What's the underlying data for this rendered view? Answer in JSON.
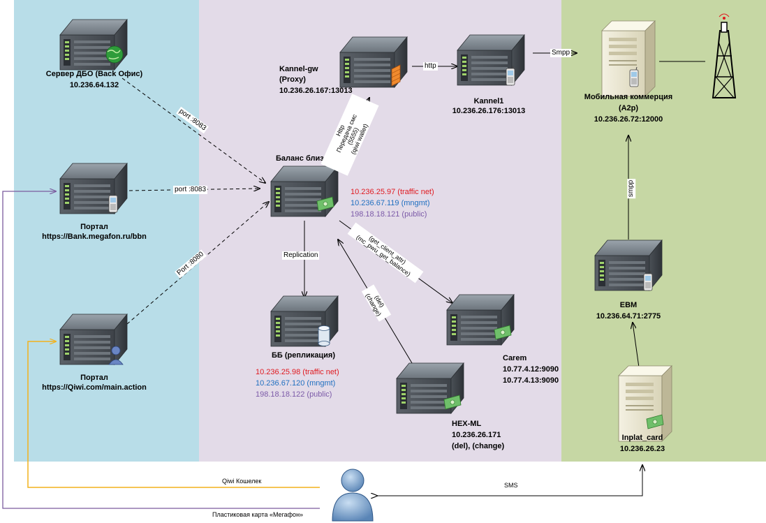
{
  "colors": {
    "zone_left": "#b8dde8",
    "zone_middle": "#e3dbe8",
    "zone_right": "#c6d7a4",
    "yellow_line": "#f2b21b",
    "purple_line": "#7b5b9e",
    "red": "#e0191f",
    "blue": "#1f6fc0",
    "purple": "#7c5aa8"
  },
  "nodes": {
    "dbo": {
      "title": "Сервер ДБО (Back Офис)",
      "addr": "10.236.64.132",
      "icon": "server-globe-icon"
    },
    "portal_bank": {
      "title": "Портал",
      "addr": "https://Bank.megafon.ru/bbn",
      "icon": "server-phone-icon"
    },
    "portal_qiwi": {
      "title": "Портал",
      "addr": "https://Qiwi.com/main.action",
      "icon": "server-user-icon"
    },
    "kannel_gw": {
      "title": "Kannel-gw",
      "sub": "(Proxy)",
      "addr": "10.236.26.167:13013",
      "icon": "server-firewall-icon"
    },
    "kannel1": {
      "title": "Kannel1",
      "addr": "10.236.26.176:13013",
      "icon": "server-phone-icon"
    },
    "balance": {
      "title": "Баланс близких",
      "ip_traffic": "10.236.25.97 (traffic net)",
      "ip_mngmt": "10.236.67.119 (mngmt)",
      "ip_public": "198.18.18.121 (public)",
      "icon": "server-money-icon"
    },
    "bb_replica": {
      "title": "ББ (репликация)",
      "ip_traffic": "10.236.25.98 (traffic net)",
      "ip_mngmt": "10.236.67.120 (mngmt)",
      "ip_public": "198.18.18.122 (public)",
      "icon": "server-database-icon"
    },
    "carem": {
      "title": "Carem",
      "addr1": "10.77.4.12:9090",
      "addr2": "10.77.4.13:9090",
      "icon": "server-money-icon"
    },
    "hex_ml": {
      "title": "HEX-ML",
      "addr": "10.236.26.171",
      "sub": "(del), (change)",
      "icon": "server-money-icon"
    },
    "mobile_commerce": {
      "title": "Мобильная коммерция",
      "sub": "(A2p)",
      "addr": "10.236.26.72:12000",
      "icon": "tower-server-phone-icon"
    },
    "ebm": {
      "title": "EBM",
      "addr": "10.236.64.71:2775",
      "icon": "server-phone-icon"
    },
    "inplat": {
      "title": "Inplat_card",
      "addr": "10.236.26.23",
      "icon": "tower-server-money-icon"
    },
    "antenna": {
      "icon": "antenna-tower-icon"
    },
    "user": {
      "icon": "user-icon"
    }
  },
  "edges": {
    "port_8083_dbo": "port :8083",
    "port_8083_bank": "port :8083",
    "port_8080_qiwi": "Port :8080",
    "http": "http",
    "smpp_top": "Smpp",
    "smpp_vertical": "smpp",
    "replication": "Replication",
    "http_sms_line1": "Http",
    "http_sms_line2": "Передача смс",
    "http_sms_line3": "(5555)",
    "http_sms_line4": "(qiwi wallet)",
    "carem_line1": "(get_client_attr)",
    "carem_line2": "(mc_pwu_get_balance)",
    "hex_line1": "(del)",
    "hex_line2": "(change)",
    "qiwi_wallet": "Qiwi Кошелек",
    "plastic_card": "Пластиковая карта «Мегафон»",
    "sms": "SMS"
  }
}
